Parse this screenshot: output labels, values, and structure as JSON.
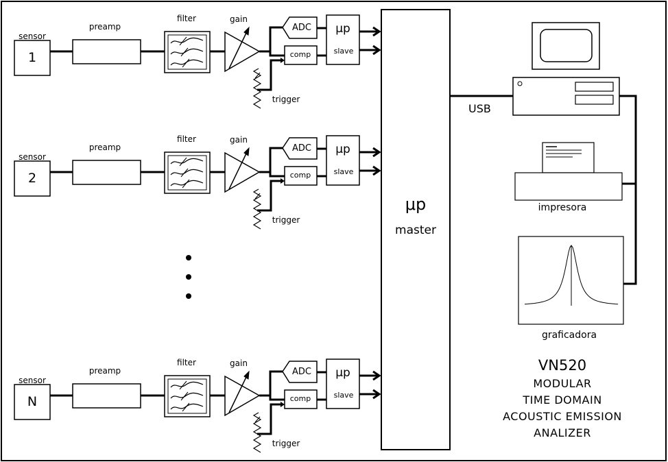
{
  "channels": [
    {
      "sensor_label": "sensor",
      "number": "1",
      "preamp": "preamp",
      "filter": "filter",
      "gain": "gain",
      "adc": "ADC",
      "comp": "comp",
      "slave_mu": "μp",
      "slave": "slave",
      "trigger": "trigger"
    },
    {
      "sensor_label": "sensor",
      "number": "2",
      "preamp": "preamp",
      "filter": "filter",
      "gain": "gain",
      "adc": "ADC",
      "comp": "comp",
      "slave_mu": "μp",
      "slave": "slave",
      "trigger": "trigger"
    },
    {
      "sensor_label": "sensor",
      "number": "N",
      "preamp": "preamp",
      "filter": "filter",
      "gain": "gain",
      "adc": "ADC",
      "comp": "comp",
      "slave_mu": "μp",
      "slave": "slave",
      "trigger": "trigger"
    }
  ],
  "master": {
    "mu": "μp",
    "label": "master"
  },
  "usb": "USB",
  "peripherals": {
    "printer": "impresora",
    "plotter": "graficadora"
  },
  "title": {
    "model": "VN520",
    "line1": "MODULAR",
    "line2": "TIME DOMAIN",
    "line3": "ACOUSTIC EMISSION",
    "line4": "ANALIZER"
  }
}
